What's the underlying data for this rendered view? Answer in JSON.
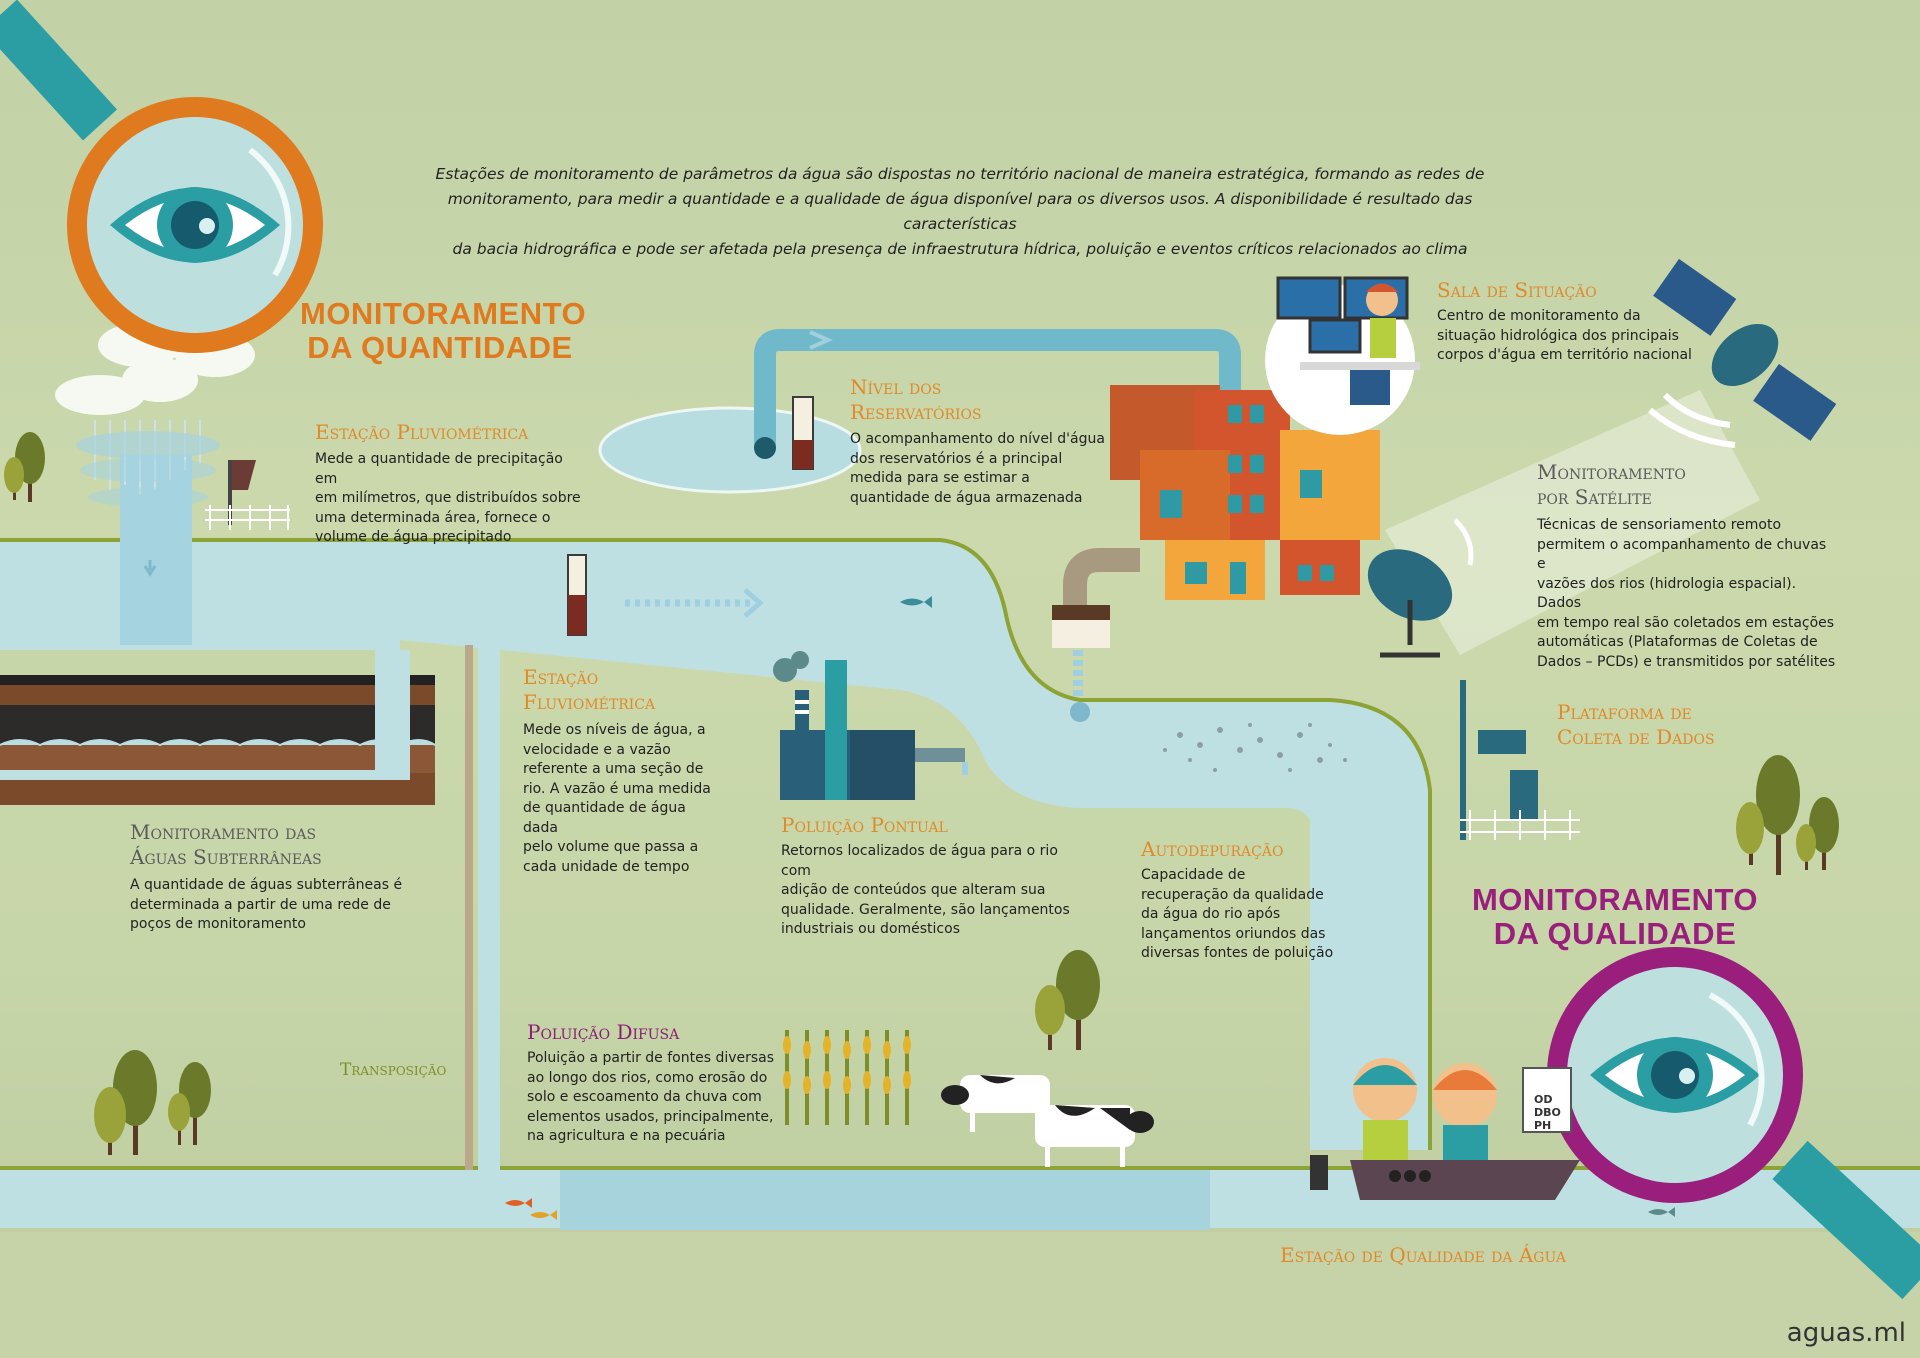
{
  "intro": {
    "line1": "Estações de monitoramento de parâmetros da água são dispostas no território nacional de maneira estratégica, formando as redes de",
    "line2": "monitoramento, para medir a quantidade e a qualidade de água disponível para os diversos usos. A disponibilidade é resultado das características",
    "line3": "da bacia hidrográfica e pode ser afetada pela presença de infraestrutura hídrica, poluição e eventos críticos relacionados ao clima"
  },
  "quantidade": {
    "line1": "MONITORAMENTO",
    "line2": "DA QUANTIDADE"
  },
  "qualidade": {
    "line1": "MONITORAMENTO",
    "line2": "DA QUALIDADE"
  },
  "pluviometrica": {
    "title": "Estação Pluviométrica",
    "body": [
      "Mede a quantidade de precipitação em",
      "em milímetros, que distribuídos sobre",
      "uma determinada área, fornece o",
      "volume de água precipitado"
    ]
  },
  "reservatorios": {
    "title1": "Nível dos",
    "title2": "Reservatórios",
    "body": [
      "O acompanhamento do nível d'água",
      "dos reservatórios é a principal",
      "medida para se estimar a",
      "quantidade de água armazenada"
    ]
  },
  "sala": {
    "title": "Sala de Situação",
    "body": [
      "Centro de monitoramento da",
      "situação hidrológica dos principais",
      "corpos d'água em território nacional"
    ]
  },
  "satelite": {
    "title1": "Monitoramento",
    "title2": "por Satélite",
    "body": [
      "Técnicas de sensoriamento remoto",
      "permitem o acompanhamento de chuvas e",
      "vazões dos rios (hidrologia espacial). Dados",
      "em tempo real são coletados em estações",
      "automáticas (Plataformas de Coletas de",
      "Dados – PCDs) e transmitidos por satélites"
    ]
  },
  "fluviometrica": {
    "title1": "Estação",
    "title2": "Fluviométrica",
    "body": [
      "Mede os níveis de água, a",
      "velocidade e a vazão",
      "referente a uma seção de",
      "rio. A vazão é uma medida",
      "de quantidade de água dada",
      "pelo volume que passa a",
      "cada unidade de tempo"
    ]
  },
  "plataforma": {
    "title1": "Plataforma de",
    "title2": "Coleta de Dados"
  },
  "subterraneas": {
    "title1": "Monitoramento das",
    "title2": "Águas Subterrâneas",
    "body": [
      "A quantidade de águas subterrâneas é",
      "determinada a partir de uma rede de",
      "poços de monitoramento"
    ]
  },
  "pontual": {
    "title": "Poluição Pontual",
    "body": [
      "Retornos localizados de água para o rio com",
      "adição de conteúdos que alteram sua",
      "qualidade. Geralmente, são lançamentos",
      "industriais ou domésticos"
    ]
  },
  "autodepuracao": {
    "title": "Autodepuração",
    "body": [
      "Capacidade de",
      "recuperação da qualidade",
      "da água do rio após",
      "lançamentos oriundos das",
      "diversas fontes de poluição"
    ]
  },
  "difusa": {
    "title": "Poluição Difusa",
    "body": [
      "Poluição a partir de fontes diversas",
      "ao longo dos rios, como erosão do",
      "solo e escoamento da chuva com",
      "elementos usados, principalmente,",
      "na agricultura e na pecuária"
    ]
  },
  "transposicao": "Transposição",
  "estacao_qualidade": "Estação de Qualidade da Água",
  "clipboard": {
    "l1": "OD",
    "l2": "DBO",
    "l3": "PH"
  },
  "watermark": "aguas.ml",
  "colors": {
    "orange": "#e07a1f",
    "purple": "#9a1f7c",
    "teal": "#2a9ea3",
    "water": "#b9dde0",
    "soil": "#7b4a2a"
  }
}
